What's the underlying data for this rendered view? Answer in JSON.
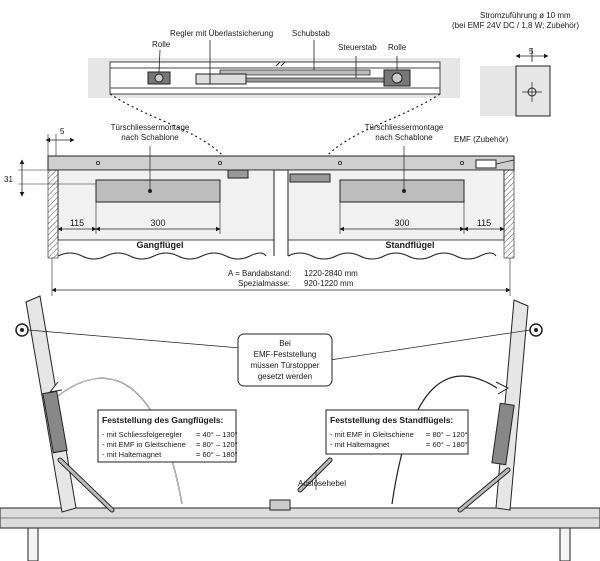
{
  "top_labels": {
    "regler": "Regler mit Überlastsicherung",
    "rolle_left": "Rolle",
    "schubstab": "Schubstab",
    "steuerstab": "Steuerstab",
    "rolle_right": "Rolle",
    "strom_line1": "Stromzuführung ø 10 mm",
    "strom_line2": "(bei EMF 24V DC / 1,8 W; Zubehör)",
    "strom_dim": "5"
  },
  "plan_labels": {
    "dim_5_left": "5",
    "dim_31": "31",
    "montage_left_1": "Türschliessermontage",
    "montage_left_2": "nach Schablone",
    "montage_right_1": "Türschliessermontage",
    "montage_right_2": "nach Schablone",
    "emf": "EMF (Zubehör)",
    "dim_115_left": "115",
    "dim_300_left": "300",
    "dim_300_right": "300",
    "dim_115_right": "115",
    "gangfluegel": "Gangflügel",
    "standfluegel": "Standflügel",
    "a_line1_label": "A = Bandabstand:",
    "a_line1_value": "1220-2840 mm",
    "a_line2_label": "Spezialmasse:",
    "a_line2_value": "920-1220 mm"
  },
  "bottom_labels": {
    "note_1": "Bei",
    "note_2": "EMF-Feststellung",
    "note_3": "müssen Türstopper",
    "note_4": "gesetzt werden",
    "gang_title": "Feststellung des Gangflügels:",
    "gang_rows": [
      {
        "label": "- mit Schliessfolgeregler",
        "value": "= 40° – 130°"
      },
      {
        "label": "- mit EMF in Gleitschiene",
        "value": "= 80° – 120°"
      },
      {
        "label": "- mit Haltemagnet",
        "value": "= 60° – 180°"
      }
    ],
    "stand_title": "Feststellung des Standflügels:",
    "stand_rows": [
      {
        "label": "- mit EMF in Gleitschiene",
        "value": "= 80° – 120°"
      },
      {
        "label": "- mit Haltemagnet",
        "value": "= 60° – 180°"
      }
    ],
    "ausloesehebel": "Auslösehebel"
  }
}
